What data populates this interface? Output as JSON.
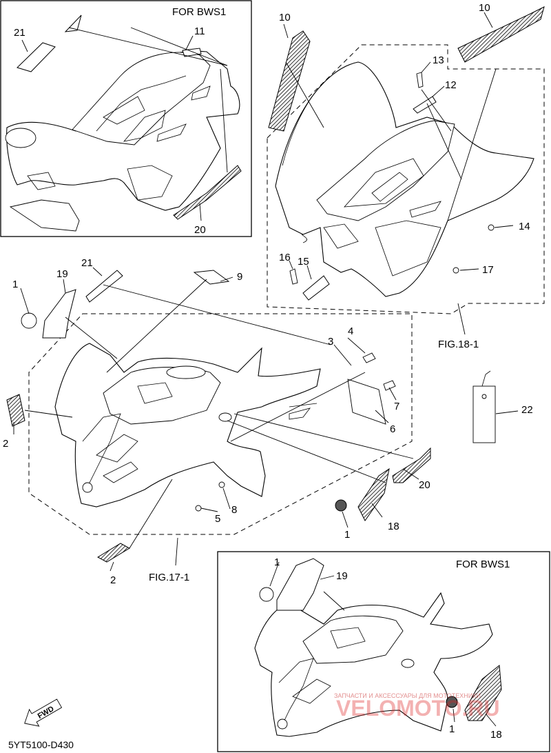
{
  "titles": {
    "top_left_box": "FOR BWS1",
    "bottom_right_box": "FOR BWS1"
  },
  "figure_refs": {
    "fig_18": "FIG.18-1",
    "fig_17": "FIG.17-1"
  },
  "callouts": {
    "tl_21": "21",
    "tl_11": "11",
    "tl_20": "20",
    "tr_10a": "10",
    "tr_10b": "10",
    "tr_13": "13",
    "tr_12": "12",
    "tr_14": "14",
    "tr_16": "16",
    "tr_15": "15",
    "tr_17": "17",
    "m_1": "1",
    "m_19": "19",
    "m_21": "21",
    "m_9": "9",
    "m_4": "4",
    "m_3": "3",
    "m_7": "7",
    "m_6": "6",
    "m_2a": "2",
    "m_22": "22",
    "m_20": "20",
    "m_8": "8",
    "m_5": "5",
    "m_18": "18",
    "m_1b": "1",
    "m_2b": "2",
    "br_1a": "1",
    "br_19": "19",
    "br_1b": "1",
    "br_18": "18"
  },
  "fwd_label": "FWD",
  "diagram_code": "5YT5100-D430",
  "watermark": {
    "line1": "ЗАПЧАСТИ И АКСЕССУАРЫ ДЛЯ МОТОТЕХНИКИ",
    "line2": "VELOMOTO.RU"
  },
  "colors": {
    "line": "#000000",
    "background": "#ffffff",
    "watermark": "#d22222"
  }
}
